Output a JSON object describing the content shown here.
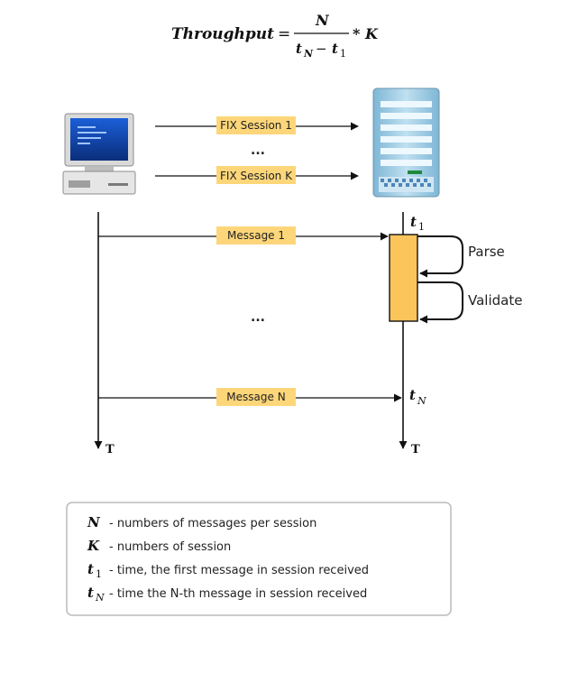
{
  "formula": {
    "lhs": "Throughput",
    "equals": "=",
    "numerator": "N",
    "denominator_left": "t",
    "denominator_left_sub": "N",
    "minus": "−",
    "denominator_right": "t",
    "denominator_right_sub": "1",
    "times": "* K"
  },
  "sessions": {
    "first": "FIX Session 1",
    "dots": "...",
    "last": "FIX Session K"
  },
  "messages": {
    "first": "Message 1",
    "dots": "...",
    "last": "Message N"
  },
  "timeline": {
    "client_end": "T",
    "server_end": "T",
    "t1": "t",
    "t1_sub": "1",
    "tN": "t",
    "tN_sub": "N"
  },
  "steps": {
    "parse": "Parse",
    "validate": "Validate"
  },
  "legend": [
    {
      "symbol": "N",
      "sub": "",
      "desc": "- numbers of messages per session"
    },
    {
      "symbol": "K",
      "sub": "",
      "desc": "- numbers of  session"
    },
    {
      "symbol": "t",
      "sub": "1",
      "desc": "- time, the first message in session received"
    },
    {
      "symbol": "t",
      "sub": "N",
      "desc": "- time the N-th message in session received"
    }
  ],
  "colors": {
    "label_fill": "#fdd67a",
    "process_box": "#fcc55c",
    "line": "#111111",
    "legend_border": "#bbbbbb"
  },
  "icons": {
    "client": "desktop-computer-icon",
    "server": "server-tower-icon"
  }
}
